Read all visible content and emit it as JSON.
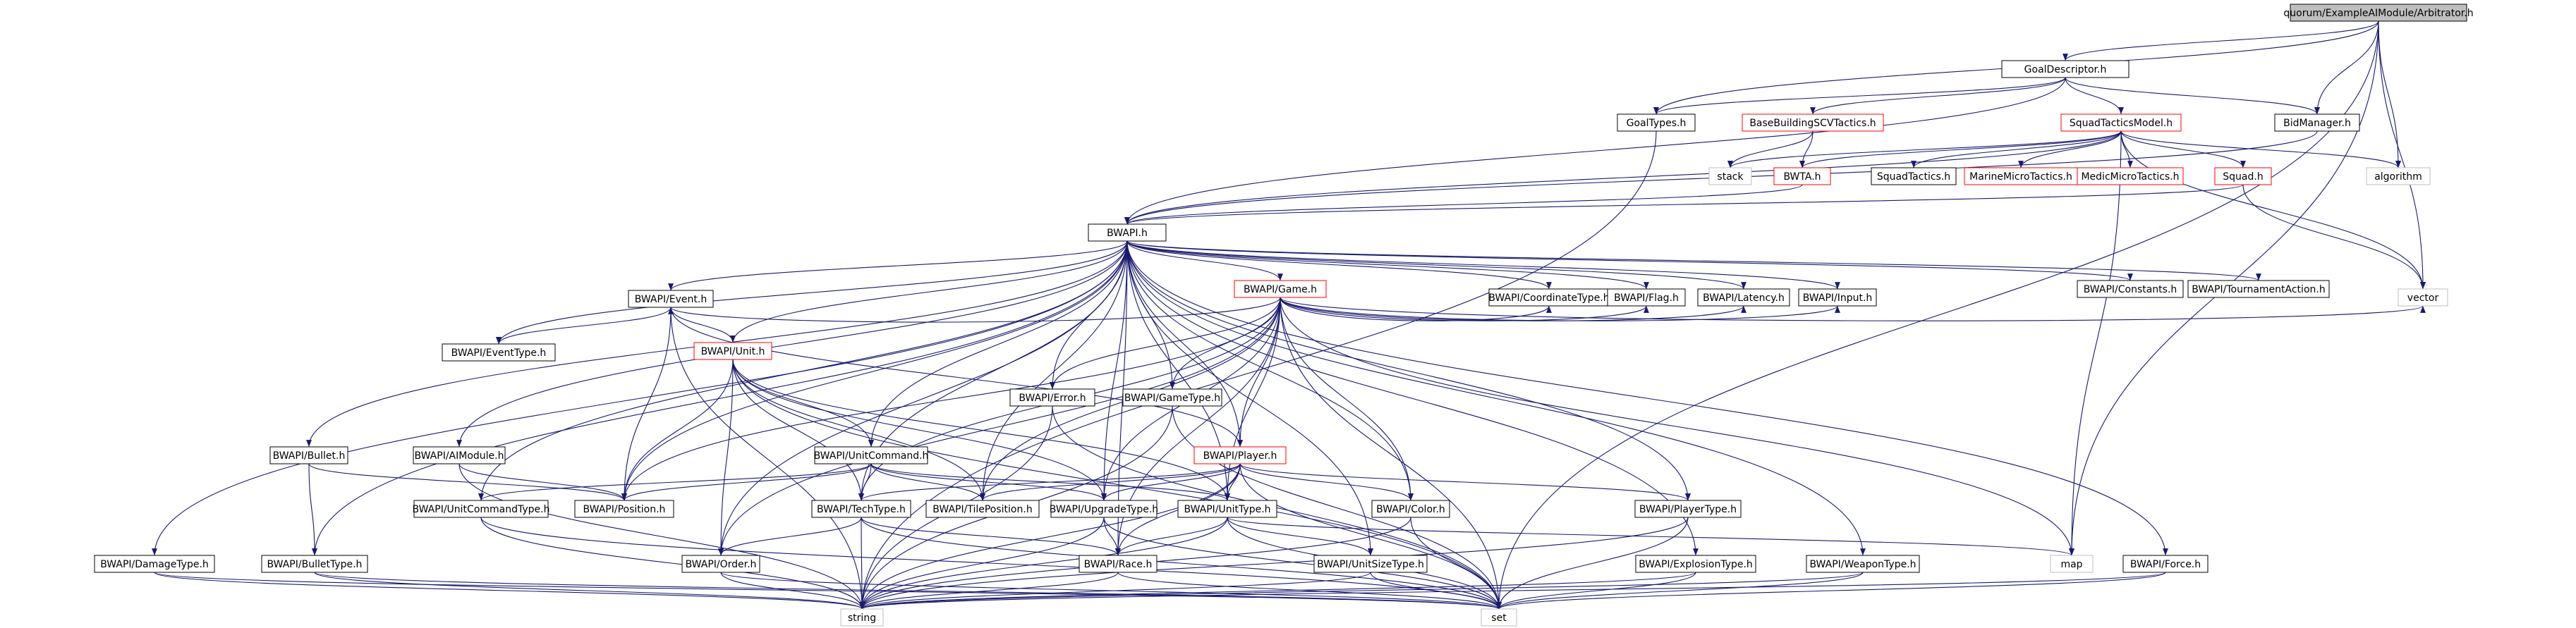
{
  "graph": {
    "root": "quorum/ExampleAIModule/Arbitrator.h",
    "colors": {
      "root_fill": "#bfbfbf",
      "edge": "#191970",
      "node_border": "#000000",
      "truncated_border": "#ff0000",
      "external_border": "#bfbfbf"
    },
    "nodes": [
      {
        "id": "arbitrator",
        "label": "quorum/ExampleAIModule/Arbitrator.h",
        "kind": "root"
      },
      {
        "id": "goaldescriptor",
        "label": "GoalDescriptor.h",
        "kind": "normal"
      },
      {
        "id": "goaltypes",
        "label": "GoalTypes.h",
        "kind": "normal"
      },
      {
        "id": "basebuilding",
        "label": "BaseBuildingSCVTactics.h",
        "kind": "truncated"
      },
      {
        "id": "squadtacticsmodel",
        "label": "SquadTacticsModel.h",
        "kind": "truncated"
      },
      {
        "id": "bidmanager",
        "label": "BidManager.h",
        "kind": "normal"
      },
      {
        "id": "stack",
        "label": "stack",
        "kind": "external"
      },
      {
        "id": "bwta",
        "label": "BWTA.h",
        "kind": "truncated"
      },
      {
        "id": "squadtactics",
        "label": "SquadTactics.h",
        "kind": "normal"
      },
      {
        "id": "marinemicro",
        "label": "MarineMicroTactics.h",
        "kind": "truncated"
      },
      {
        "id": "medicmicro",
        "label": "MedicMicroTactics.h",
        "kind": "truncated"
      },
      {
        "id": "squad",
        "label": "Squad.h",
        "kind": "truncated"
      },
      {
        "id": "algorithm",
        "label": "algorithm",
        "kind": "external"
      },
      {
        "id": "bwapi",
        "label": "BWAPI.h",
        "kind": "normal"
      },
      {
        "id": "game",
        "label": "BWAPI/Game.h",
        "kind": "truncated"
      },
      {
        "id": "constants",
        "label": "BWAPI/Constants.h",
        "kind": "normal"
      },
      {
        "id": "tournament",
        "label": "BWAPI/TournamentAction.h",
        "kind": "normal"
      },
      {
        "id": "vector",
        "label": "vector",
        "kind": "external"
      },
      {
        "id": "event",
        "label": "BWAPI/Event.h",
        "kind": "normal"
      },
      {
        "id": "coordtype",
        "label": "BWAPI/CoordinateType.h",
        "kind": "normal"
      },
      {
        "id": "flag",
        "label": "BWAPI/Flag.h",
        "kind": "normal"
      },
      {
        "id": "latency",
        "label": "BWAPI/Latency.h",
        "kind": "normal"
      },
      {
        "id": "input",
        "label": "BWAPI/Input.h",
        "kind": "normal"
      },
      {
        "id": "eventtype",
        "label": "BWAPI/EventType.h",
        "kind": "normal"
      },
      {
        "id": "unit",
        "label": "BWAPI/Unit.h",
        "kind": "truncated"
      },
      {
        "id": "error",
        "label": "BWAPI/Error.h",
        "kind": "normal"
      },
      {
        "id": "gametype",
        "label": "BWAPI/GameType.h",
        "kind": "normal"
      },
      {
        "id": "bullet",
        "label": "BWAPI/Bullet.h",
        "kind": "normal"
      },
      {
        "id": "aimodule",
        "label": "BWAPI/AIModule.h",
        "kind": "normal"
      },
      {
        "id": "unitcommand",
        "label": "BWAPI/UnitCommand.h",
        "kind": "normal"
      },
      {
        "id": "player",
        "label": "BWAPI/Player.h",
        "kind": "truncated"
      },
      {
        "id": "unitcommandtype",
        "label": "BWAPI/UnitCommandType.h",
        "kind": "normal"
      },
      {
        "id": "position",
        "label": "BWAPI/Position.h",
        "kind": "normal"
      },
      {
        "id": "techtype",
        "label": "BWAPI/TechType.h",
        "kind": "normal"
      },
      {
        "id": "tileposition",
        "label": "BWAPI/TilePosition.h",
        "kind": "normal"
      },
      {
        "id": "upgradetype",
        "label": "BWAPI/UpgradeType.h",
        "kind": "normal"
      },
      {
        "id": "unittype",
        "label": "BWAPI/UnitType.h",
        "kind": "normal"
      },
      {
        "id": "color",
        "label": "BWAPI/Color.h",
        "kind": "normal"
      },
      {
        "id": "playertype",
        "label": "BWAPI/PlayerType.h",
        "kind": "normal"
      },
      {
        "id": "damagetype",
        "label": "BWAPI/DamageType.h",
        "kind": "normal"
      },
      {
        "id": "bullettype",
        "label": "BWAPI/BulletType.h",
        "kind": "normal"
      },
      {
        "id": "order",
        "label": "BWAPI/Order.h",
        "kind": "normal"
      },
      {
        "id": "race",
        "label": "BWAPI/Race.h",
        "kind": "normal"
      },
      {
        "id": "unitsizetype",
        "label": "BWAPI/UnitSizeType.h",
        "kind": "normal"
      },
      {
        "id": "map",
        "label": "map",
        "kind": "external"
      },
      {
        "id": "explosiontype",
        "label": "BWAPI/ExplosionType.h",
        "kind": "normal"
      },
      {
        "id": "weapontype",
        "label": "BWAPI/WeaponType.h",
        "kind": "normal"
      },
      {
        "id": "force",
        "label": "BWAPI/Force.h",
        "kind": "normal"
      },
      {
        "id": "string",
        "label": "string",
        "kind": "external"
      },
      {
        "id": "set",
        "label": "set",
        "kind": "external"
      }
    ],
    "edges": [
      [
        "arbitrator",
        "goaldescriptor"
      ],
      [
        "arbitrator",
        "goaltypes"
      ],
      [
        "arbitrator",
        "bidmanager"
      ],
      [
        "arbitrator",
        "algorithm"
      ],
      [
        "arbitrator",
        "vector"
      ],
      [
        "arbitrator",
        "map"
      ],
      [
        "arbitrator",
        "set"
      ],
      [
        "goaldescriptor",
        "goaltypes"
      ],
      [
        "goaldescriptor",
        "basebuilding"
      ],
      [
        "goaldescriptor",
        "squadtacticsmodel"
      ],
      [
        "goaldescriptor",
        "bidmanager"
      ],
      [
        "goaldescriptor",
        "bwapi"
      ],
      [
        "goaltypes",
        "string"
      ],
      [
        "basebuilding",
        "stack"
      ],
      [
        "basebuilding",
        "bwta"
      ],
      [
        "squadtacticsmodel",
        "stack"
      ],
      [
        "squadtacticsmodel",
        "bwta"
      ],
      [
        "squadtacticsmodel",
        "squadtactics"
      ],
      [
        "squadtacticsmodel",
        "marinemicro"
      ],
      [
        "squadtacticsmodel",
        "medicmicro"
      ],
      [
        "squadtacticsmodel",
        "squad"
      ],
      [
        "squadtacticsmodel",
        "algorithm"
      ],
      [
        "squadtacticsmodel",
        "vector"
      ],
      [
        "squadtacticsmodel",
        "bwapi"
      ],
      [
        "squadtacticsmodel",
        "map"
      ],
      [
        "bidmanager",
        "bwapi"
      ],
      [
        "bwta",
        "bwapi"
      ],
      [
        "squad",
        "bwapi"
      ],
      [
        "squad",
        "vector"
      ],
      [
        "bwapi",
        "game"
      ],
      [
        "bwapi",
        "constants"
      ],
      [
        "bwapi",
        "tournament"
      ],
      [
        "bwapi",
        "event"
      ],
      [
        "bwapi",
        "coordtype"
      ],
      [
        "bwapi",
        "flag"
      ],
      [
        "bwapi",
        "latency"
      ],
      [
        "bwapi",
        "input"
      ],
      [
        "bwapi",
        "eventtype"
      ],
      [
        "bwapi",
        "unit"
      ],
      [
        "bwapi",
        "error"
      ],
      [
        "bwapi",
        "gametype"
      ],
      [
        "bwapi",
        "bullet"
      ],
      [
        "bwapi",
        "aimodule"
      ],
      [
        "bwapi",
        "unitcommand"
      ],
      [
        "bwapi",
        "player"
      ],
      [
        "bwapi",
        "unitcommandtype"
      ],
      [
        "bwapi",
        "position"
      ],
      [
        "bwapi",
        "techtype"
      ],
      [
        "bwapi",
        "tileposition"
      ],
      [
        "bwapi",
        "upgradetype"
      ],
      [
        "bwapi",
        "unittype"
      ],
      [
        "bwapi",
        "color"
      ],
      [
        "bwapi",
        "playertype"
      ],
      [
        "bwapi",
        "damagetype"
      ],
      [
        "bwapi",
        "bullettype"
      ],
      [
        "bwapi",
        "order"
      ],
      [
        "bwapi",
        "race"
      ],
      [
        "bwapi",
        "unitsizetype"
      ],
      [
        "bwapi",
        "explosiontype"
      ],
      [
        "bwapi",
        "weapontype"
      ],
      [
        "bwapi",
        "force"
      ],
      [
        "game",
        "event"
      ],
      [
        "game",
        "coordtype"
      ],
      [
        "game",
        "flag"
      ],
      [
        "game",
        "latency"
      ],
      [
        "game",
        "input"
      ],
      [
        "game",
        "vector"
      ],
      [
        "game",
        "error"
      ],
      [
        "game",
        "gametype"
      ],
      [
        "game",
        "unittype"
      ],
      [
        "game",
        "color"
      ],
      [
        "game",
        "player"
      ],
      [
        "game",
        "techtype"
      ],
      [
        "game",
        "tileposition"
      ],
      [
        "game",
        "upgradetype"
      ],
      [
        "game",
        "race"
      ],
      [
        "game",
        "order"
      ],
      [
        "game",
        "position"
      ],
      [
        "game",
        "map"
      ],
      [
        "game",
        "set"
      ],
      [
        "event",
        "eventtype"
      ],
      [
        "event",
        "unit"
      ],
      [
        "event",
        "player"
      ],
      [
        "event",
        "position"
      ],
      [
        "event",
        "string"
      ],
      [
        "unit",
        "unitcommand"
      ],
      [
        "unit",
        "order"
      ],
      [
        "unit",
        "techtype"
      ],
      [
        "unit",
        "tileposition"
      ],
      [
        "unit",
        "upgradetype"
      ],
      [
        "unit",
        "unittype"
      ],
      [
        "unit",
        "position"
      ],
      [
        "unit",
        "set"
      ],
      [
        "error",
        "string"
      ],
      [
        "error",
        "set"
      ],
      [
        "gametype",
        "string"
      ],
      [
        "gametype",
        "set"
      ],
      [
        "bullet",
        "bullettype"
      ],
      [
        "bullet",
        "position"
      ],
      [
        "aimodule",
        "position"
      ],
      [
        "aimodule",
        "string"
      ],
      [
        "unitcommand",
        "unitcommandtype"
      ],
      [
        "unitcommand",
        "position"
      ],
      [
        "unitcommand",
        "techtype"
      ],
      [
        "unitcommand",
        "tileposition"
      ],
      [
        "unitcommand",
        "upgradetype"
      ],
      [
        "unitcommand",
        "unittype"
      ],
      [
        "player",
        "race"
      ],
      [
        "player",
        "techtype"
      ],
      [
        "player",
        "tileposition"
      ],
      [
        "player",
        "upgradetype"
      ],
      [
        "player",
        "unittype"
      ],
      [
        "player",
        "color"
      ],
      [
        "player",
        "playertype"
      ],
      [
        "player",
        "string"
      ],
      [
        "player",
        "set"
      ],
      [
        "unitcommandtype",
        "string"
      ],
      [
        "unitcommandtype",
        "set"
      ],
      [
        "techtype",
        "order"
      ],
      [
        "techtype",
        "race"
      ],
      [
        "techtype",
        "string"
      ],
      [
        "techtype",
        "set"
      ],
      [
        "upgradetype",
        "race"
      ],
      [
        "upgradetype",
        "string"
      ],
      [
        "upgradetype",
        "set"
      ],
      [
        "unittype",
        "race"
      ],
      [
        "unittype",
        "unitsizetype"
      ],
      [
        "unittype",
        "map"
      ],
      [
        "unittype",
        "string"
      ],
      [
        "unittype",
        "set"
      ],
      [
        "color",
        "string"
      ],
      [
        "color",
        "set"
      ],
      [
        "playertype",
        "string"
      ],
      [
        "playertype",
        "set"
      ],
      [
        "damagetype",
        "string"
      ],
      [
        "damagetype",
        "set"
      ],
      [
        "bullettype",
        "string"
      ],
      [
        "bullettype",
        "set"
      ],
      [
        "order",
        "string"
      ],
      [
        "order",
        "set"
      ],
      [
        "race",
        "string"
      ],
      [
        "race",
        "set"
      ],
      [
        "unitsizetype",
        "string"
      ],
      [
        "unitsizetype",
        "set"
      ],
      [
        "explosiontype",
        "string"
      ],
      [
        "explosiontype",
        "set"
      ],
      [
        "weapontype",
        "string"
      ],
      [
        "weapontype",
        "set"
      ],
      [
        "force",
        "string"
      ],
      [
        "force",
        "set"
      ]
    ]
  }
}
